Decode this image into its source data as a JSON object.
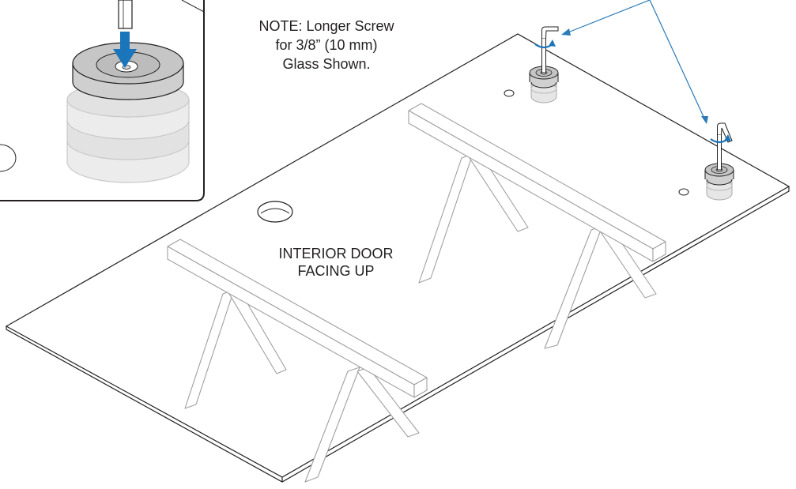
{
  "note": {
    "line1": "NOTE: Longer Screw",
    "line2": "for 3/8” (10 mm)",
    "line3": "Glass Shown."
  },
  "door_label": {
    "line1": "INTERIOR DOOR",
    "line2": "FACING UP"
  },
  "colors": {
    "outline": "#231f20",
    "arrow_blue": "#1b75bb",
    "leader_blue": "#2a7ab8",
    "sawhorse": "#9a9a9a",
    "bumper_gray": "#d9d9d9"
  },
  "icons": [
    "down-arrow-icon",
    "hex-key-icon",
    "rotate-arrow-icon",
    "bumper-icon"
  ]
}
